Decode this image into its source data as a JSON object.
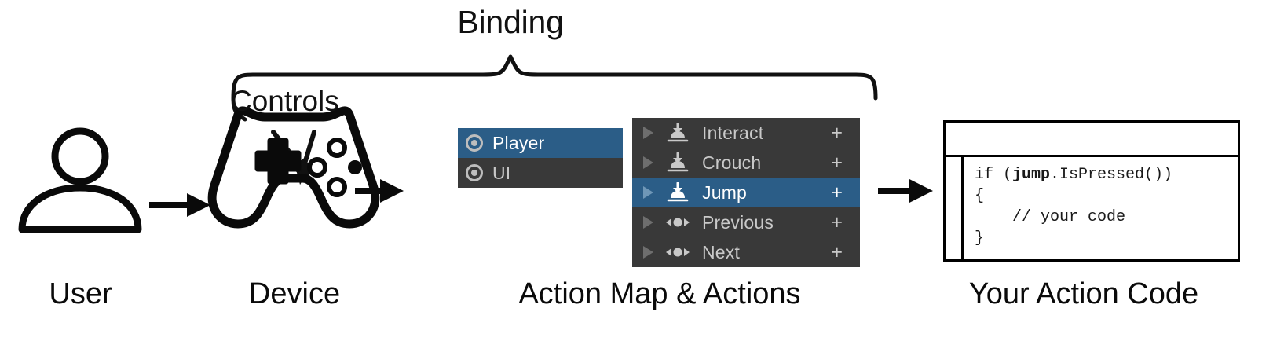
{
  "diagram": {
    "title_brace_label": "Binding",
    "controls_brace_label": "Controls",
    "captions": {
      "user": "User",
      "device": "Device",
      "action_map": "Action Map & Actions",
      "code": "Your Action Code"
    },
    "colors": {
      "selection_blue": "#2b5d87",
      "panel_dark": "#393939",
      "text_grey": "#c9c9c9",
      "foldout_grey": "#6e6e6e",
      "stroke_black": "#000000",
      "background": "#ffffff"
    },
    "icons": {
      "user": "user-avatar-icon",
      "device": "gamepad-icon",
      "arrow_user_to_device": "arrow-right-icon",
      "arrow_device_to_map": "arrow-right-icon",
      "arrow_map_to_code": "arrow-right-icon",
      "controls_pointer_left": "arrow-pointer-icon",
      "controls_pointer_right": "arrow-pointer-icon"
    }
  },
  "action_maps": {
    "items": [
      {
        "name": "Player",
        "selected": true,
        "icon": "radio-button-icon"
      },
      {
        "name": "UI",
        "selected": false,
        "icon": "radio-button-icon"
      }
    ]
  },
  "actions": {
    "add_binding_label": "+",
    "items": [
      {
        "name": "Interact",
        "selected": false,
        "type": "button",
        "icon": "button-press-icon"
      },
      {
        "name": "Crouch",
        "selected": false,
        "type": "button",
        "icon": "button-press-icon"
      },
      {
        "name": "Jump",
        "selected": true,
        "type": "button",
        "icon": "button-press-icon"
      },
      {
        "name": "Previous",
        "selected": false,
        "type": "axis",
        "icon": "axis-1d-icon"
      },
      {
        "name": "Next",
        "selected": false,
        "type": "axis",
        "icon": "axis-1d-icon"
      }
    ]
  },
  "code_window": {
    "titlebar_text": "",
    "lines": [
      {
        "prefix": "if (",
        "bold": "jump",
        "suffix": ".IsPressed())"
      },
      {
        "prefix": "{",
        "bold": "",
        "suffix": ""
      },
      {
        "prefix": "    // your code",
        "bold": "",
        "suffix": ""
      },
      {
        "prefix": "}",
        "bold": "",
        "suffix": ""
      }
    ]
  }
}
